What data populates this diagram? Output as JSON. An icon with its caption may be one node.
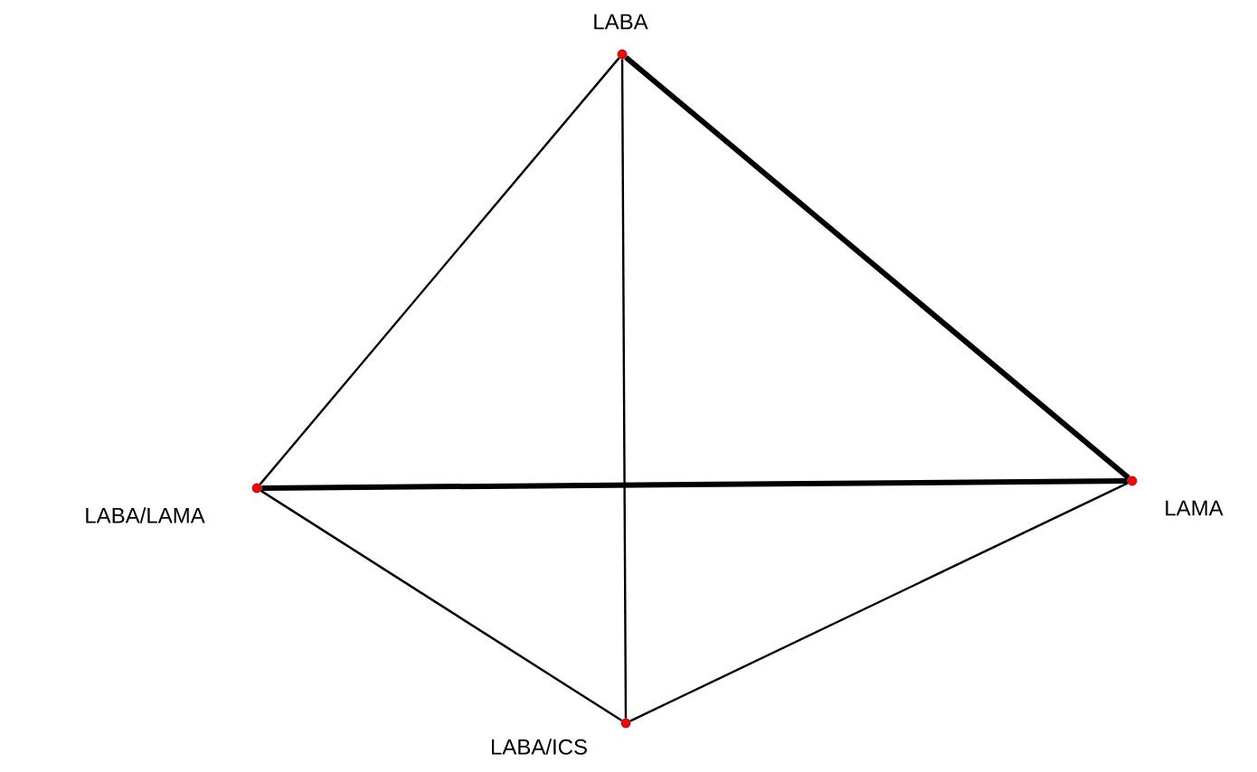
{
  "diagram": {
    "nodes": [
      {
        "text": [
          "LABA"
        ]
      },
      {
        "text": [
          "LABA/LAMA"
        ]
      },
      {
        "text": [
          "LAMA"
        ]
      },
      {
        "text": [
          "LABA/ICS"
        ]
      }
    ],
    "edges": [
      {
        "from": 0,
        "to": 1,
        "arrow": "none"
      },
      {
        "from": 0,
        "to": 2,
        "arrow": "none",
        "style": "thick"
      },
      {
        "from": 0,
        "to": 3,
        "arrow": "none"
      },
      {
        "from": 1,
        "to": 2,
        "arrow": "none",
        "style": "thick"
      },
      {
        "from": 1,
        "to": 3,
        "arrow": "none"
      },
      {
        "from": 2,
        "to": 3,
        "arrow": "none"
      }
    ]
  }
}
